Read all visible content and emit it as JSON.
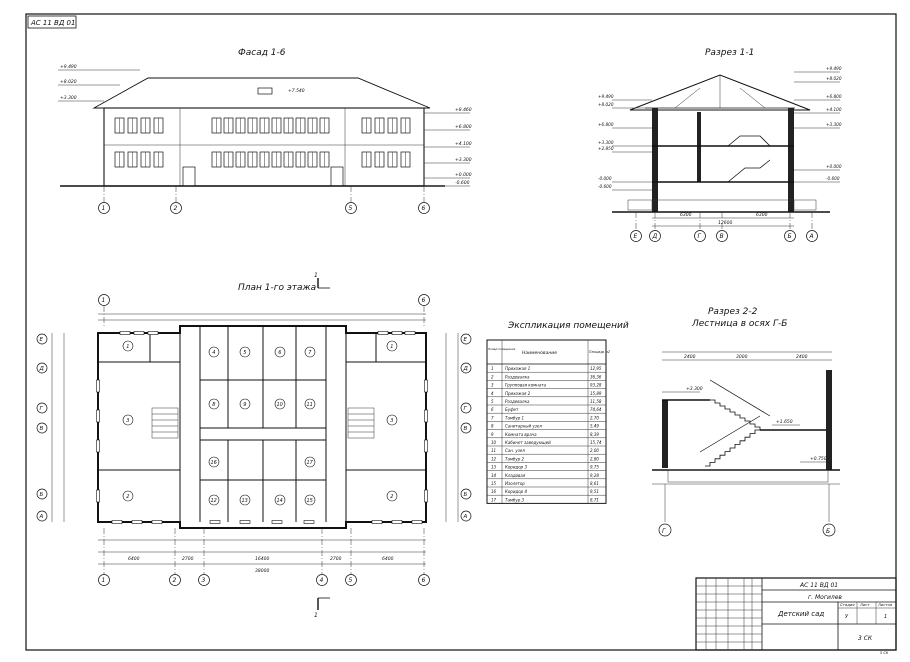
{
  "sheet": {
    "stamp": "АС 11 ВД 01",
    "titles": {
      "facade": "Фасад 1-6",
      "section11": "Разрез 1-1",
      "plan": "План 1-го этажа",
      "section22": "Разрез 2-2",
      "stair": "Лестница в осях Г-Б",
      "schedule": "Экспликация помещений"
    },
    "cut_marks": [
      "1",
      "1"
    ]
  },
  "facade": {
    "left_levels": [
      "+9.490",
      "+8.020",
      "+3.300"
    ],
    "right_levels": [
      "+8.460",
      "+6.800",
      "+4.100",
      "+3.300",
      "+0.000",
      "-0.600"
    ],
    "roof_level": "+7.540",
    "axes": [
      "1",
      "2",
      "5",
      "6"
    ]
  },
  "section11": {
    "left_levels": [
      "+9.490",
      "+8.020",
      "+6.800",
      "+3.300",
      "+2.850",
      "-0.000",
      "-0.600"
    ],
    "right_levels": [
      "+9.490",
      "+8.020",
      "+6.800",
      "+4.100",
      "+3.300",
      "+0.000",
      "-0.600"
    ],
    "dims": [
      "6300",
      "12600",
      "6300"
    ],
    "axes": [
      "Е",
      "Д",
      "Г",
      "В",
      "Б",
      "А"
    ]
  },
  "section22": {
    "dims": [
      "2400",
      "3000",
      "2400"
    ],
    "levels": [
      "+3.300",
      "+1.650",
      "+0.750"
    ],
    "axes": [
      "Г",
      "Б"
    ]
  },
  "plan": {
    "top_axes": [
      "1",
      "6"
    ],
    "bottom_axes": [
      "1",
      "2",
      "3",
      "4",
      "5",
      "6"
    ],
    "side_axes": [
      "Е",
      "Д",
      "Г",
      "В",
      "Б",
      "А"
    ],
    "overall_dim": "38000",
    "bottom_dims": [
      "6400",
      "2700",
      "16400",
      "2700",
      "6400"
    ]
  },
  "schedule": {
    "headers": [
      "Номер помещения",
      "Наименование",
      "Площадь м2"
    ],
    "rows": [
      [
        "1",
        "Прихожая 1",
        "12,95"
      ],
      [
        "2",
        "Раздевалка",
        "36,36"
      ],
      [
        "3",
        "Групповая комната",
        "93,28"
      ],
      [
        "4",
        "Прихожая 2",
        "15,89"
      ],
      [
        "5",
        "Раздевалка",
        "11,58"
      ],
      [
        "6",
        "Буфет",
        "74,64"
      ],
      [
        "7",
        "Тамбур 1",
        "2,70"
      ],
      [
        "8",
        "Санитарный узел",
        "5,49"
      ],
      [
        "9",
        "Комната врача",
        "8,39"
      ],
      [
        "10",
        "Кабинет заведующей",
        "15,74"
      ],
      [
        "11",
        "Сан. узел",
        "2,00"
      ],
      [
        "12",
        "Тамбур 2",
        "2,80"
      ],
      [
        "13",
        "Коридор 3",
        "9,75"
      ],
      [
        "14",
        "Кладовая",
        "9,28"
      ],
      [
        "15",
        "Изолятор",
        "8,61"
      ],
      [
        "16",
        "Коридор 4",
        "9,51"
      ],
      [
        "17",
        "Тамбур 3",
        "8,71"
      ]
    ]
  },
  "titleblock": {
    "code": "АС 11 ВД 01",
    "city": "г. Могилев",
    "project": "Детский сад",
    "stage_headers": [
      "Стадия",
      "Лист",
      "Листов"
    ],
    "stage_values": [
      "У",
      "",
      "1"
    ],
    "org": "3 СК",
    "sheet_no": "5 СК"
  }
}
